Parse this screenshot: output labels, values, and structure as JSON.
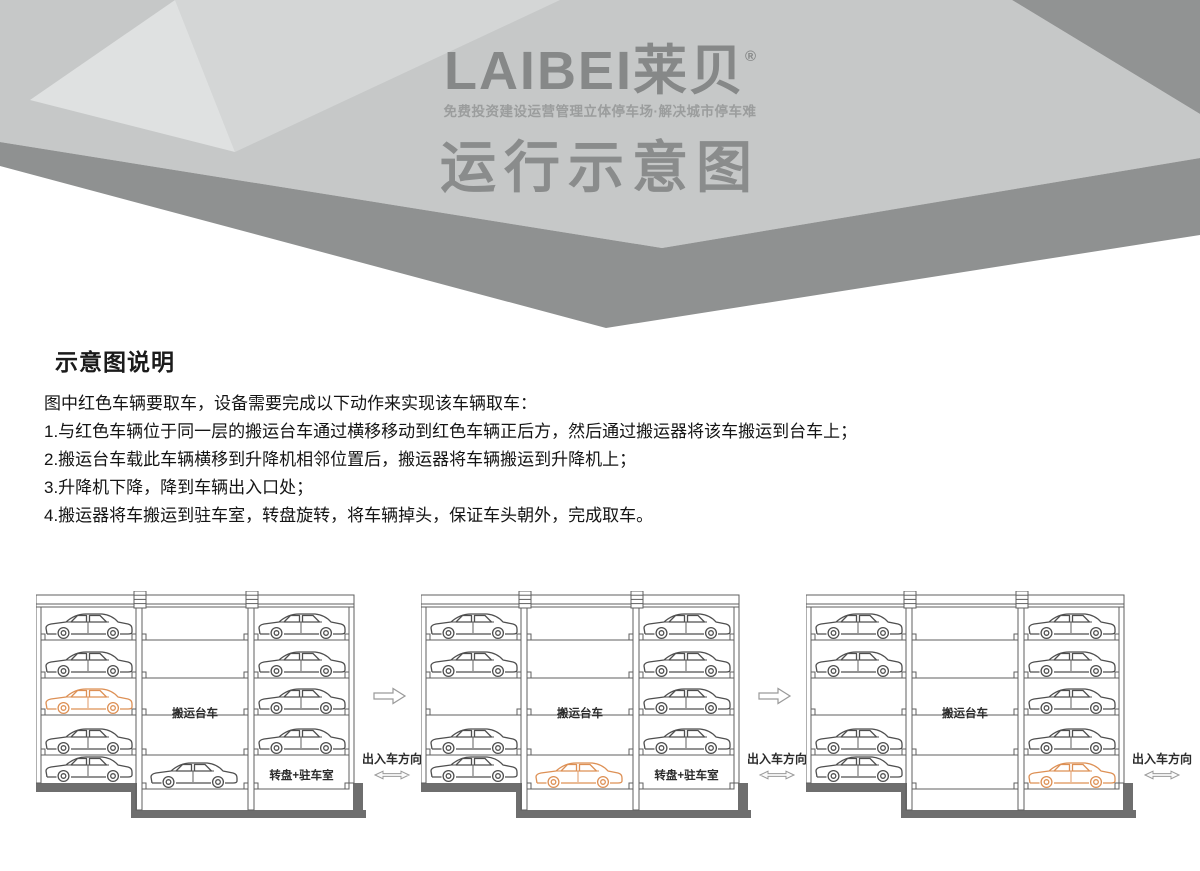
{
  "header": {
    "logo": "LAIBEI莱贝",
    "registered_mark": "®",
    "slogan": "免费投资建设运营管理立体停车场·解决城市停车难",
    "title": "运行示意图",
    "colors": {
      "surface": "#c6c8c8",
      "facet_bright": "#d4d6d6",
      "facet_sliver": "#dfe1e1",
      "side_band": "#8f9191",
      "corner": "#919393"
    }
  },
  "description": {
    "heading": "示意图说明",
    "intro": "图中红色车辆要取车，设备需要完成以下动作来实现该车辆取车：",
    "steps": [
      "1.与红色车辆位于同一层的搬运台车通过横移移动到红色车辆正后方，然后通过搬运器将该车搬运到台车上；",
      "2.搬运台车载此车辆横移到升降机相邻位置后，搬运器将车辆搬运到升降机上；",
      "3.升降机下降，降到车辆出入口处；",
      "4.搬运器将车搬运到驻车室，转盘旋转，将车辆掉头，保证车头朝外，完成取车。"
    ]
  },
  "diagram_labels": {
    "transfer_cart": "搬运台车",
    "turntable_room": "转盘+驻车室",
    "direction": "出入车方向"
  },
  "diagram_colors": {
    "frame": "#5f5f5f",
    "car": "#4f4f4f",
    "target_car": "#dd9055",
    "ground": "#6e6e6e",
    "arrow": "#9a9a9a",
    "label_text": "#2b2b2b"
  },
  "diagrams": [
    {
      "name": "step-1",
      "left_rows": [
        "car",
        "car",
        "target",
        "car",
        "car"
      ],
      "middle_bottom": "car",
      "right_rows": [
        "car",
        "car",
        "car",
        "car"
      ],
      "right_bottom": null,
      "show_transfer_label": true,
      "show_room_label": true,
      "show_direction": true
    },
    {
      "name": "step-2",
      "left_rows": [
        "car",
        "car",
        null,
        "car",
        "car"
      ],
      "middle_bottom": "target",
      "right_rows": [
        "car",
        "car",
        "car",
        "car"
      ],
      "right_bottom": null,
      "show_transfer_label": true,
      "show_room_label": true,
      "show_direction": true
    },
    {
      "name": "step-3",
      "left_rows": [
        "car",
        "car",
        null,
        "car",
        "car"
      ],
      "middle_bottom": null,
      "right_rows": [
        "car",
        "car",
        "car",
        "car"
      ],
      "right_bottom": "target",
      "show_transfer_label": true,
      "show_room_label": false,
      "show_direction": true
    }
  ]
}
